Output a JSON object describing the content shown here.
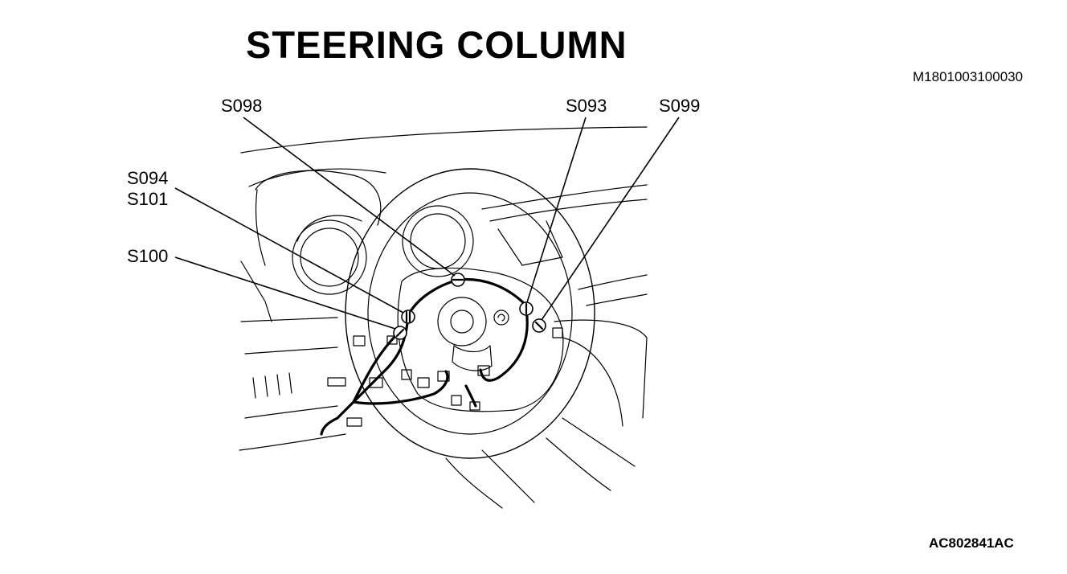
{
  "title": "STEERING COLUMN",
  "document_id": "M1801003100030",
  "figure_id": "AC802841AC",
  "splice_labels": {
    "s098": "S098",
    "s093": "S093",
    "s099": "S099",
    "s094": "S094",
    "s101": "S101",
    "s100": "S100"
  }
}
